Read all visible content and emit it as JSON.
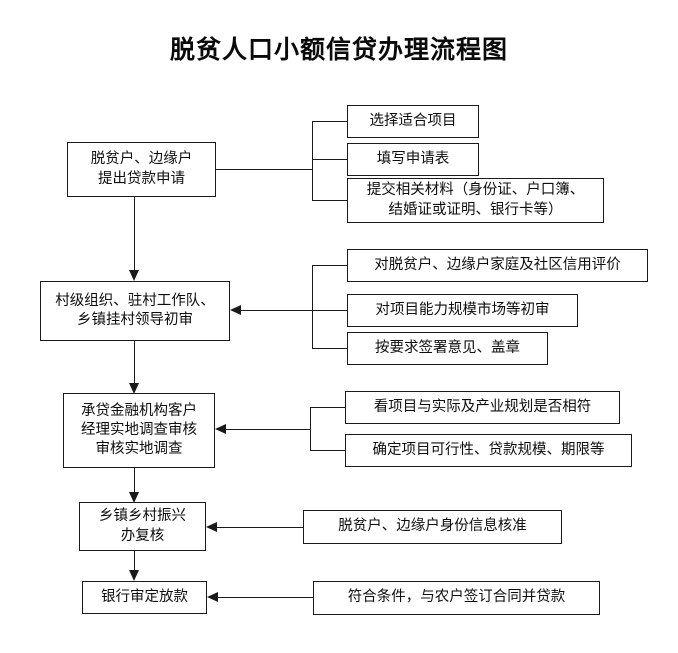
{
  "title": "脱贫人口小额信贷办理流程图",
  "main_steps": [
    {
      "id": "step-1",
      "label": "脱贫户、边缘户\n提出贷款申请"
    },
    {
      "id": "step-2",
      "label": "村级组织、驻村工作队、\n乡镇挂村领导初审"
    },
    {
      "id": "step-3",
      "label": "承贷金融机构客户\n经理实地调查审核\n审核实地调查"
    },
    {
      "id": "step-4",
      "label": "乡镇乡村振兴\n办复核"
    },
    {
      "id": "step-5",
      "label": "银行审定放款"
    }
  ],
  "detail_groups": [
    {
      "id": "group-1",
      "for_step": "step-1",
      "items": [
        {
          "id": "g1-item-1",
          "label": "选择适合项目"
        },
        {
          "id": "g1-item-2",
          "label": "填写申请表"
        },
        {
          "id": "g1-item-3",
          "label": "提交相关材料（身份证、户口簿、\n结婚证或证明、银行卡等）"
        }
      ]
    },
    {
      "id": "group-2",
      "for_step": "step-2",
      "items": [
        {
          "id": "g2-item-1",
          "label": "对脱贫户、边缘户家庭及社区信用评价"
        },
        {
          "id": "g2-item-2",
          "label": "对项目能力规模市场等初审"
        },
        {
          "id": "g2-item-3",
          "label": "按要求签署意见、盖章"
        }
      ]
    },
    {
      "id": "group-3",
      "for_step": "step-3",
      "items": [
        {
          "id": "g3-item-1",
          "label": "看项目与实际及产业规划是否相符"
        },
        {
          "id": "g3-item-2",
          "label": "确定项目可行性、贷款规模、期限等"
        }
      ]
    },
    {
      "id": "group-4",
      "for_step": "step-4",
      "items": [
        {
          "id": "g4-item-1",
          "label": "脱贫户、边缘户身份信息核准"
        }
      ]
    },
    {
      "id": "group-5",
      "for_step": "step-5",
      "items": [
        {
          "id": "g5-item-1",
          "label": "符合条件，与农户签订合同并贷款"
        }
      ]
    }
  ],
  "colors": {
    "stroke": "#1a1a1a",
    "text": "#0d0d0d",
    "background": "#ffffff"
  }
}
